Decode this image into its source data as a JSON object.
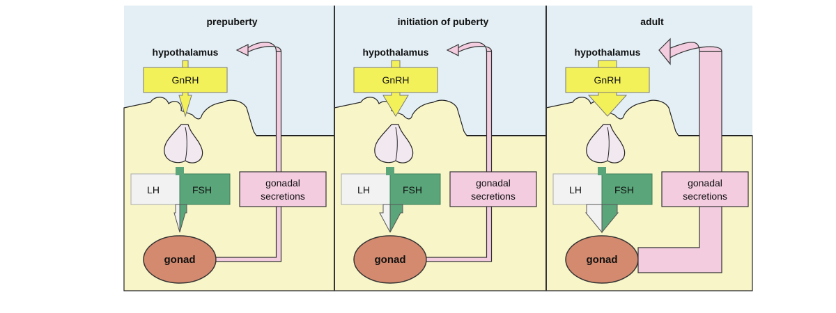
{
  "panels": [
    {
      "title": "prepuberty",
      "hypothalamus": "hypothalamus",
      "gnrh": "GnRH",
      "lh": "LH",
      "fsh": "FSH",
      "secretions_line1": "gonadal",
      "secretions_line2": "secretions",
      "gonad": "gonad",
      "gnrh_level": 1,
      "lh_level": 0,
      "fsh_level": 1,
      "feedback_level": 1
    },
    {
      "title": "initiation of puberty",
      "hypothalamus": "hypothalamus",
      "gnrh": "GnRH",
      "lh": "LH",
      "fsh": "FSH",
      "secretions_line1": "gonadal",
      "secretions_line2": "secretions",
      "gonad": "gonad",
      "gnrh_level": 2,
      "lh_level": 1,
      "fsh_level": 2,
      "feedback_level": 1
    },
    {
      "title": "adult",
      "hypothalamus": "hypothalamus",
      "gnrh": "GnRH",
      "lh": "LH",
      "fsh": "FSH",
      "secretions_line1": "gonadal",
      "secretions_line2": "secretions",
      "gonad": "gonad",
      "gnrh_level": 3,
      "lh_level": 3,
      "fsh_level": 3,
      "feedback_level": 3
    }
  ],
  "colors": {
    "sky": "#e3eff5",
    "ground": "#f8f5c8",
    "gnrh": "#f3f15a",
    "lh": "#f2f2f2",
    "fsh": "#5aa57a",
    "feedback": "#f3cce0",
    "gonad": "#d48a6e",
    "gland": "#f2e8f0",
    "divider": "#333333"
  }
}
